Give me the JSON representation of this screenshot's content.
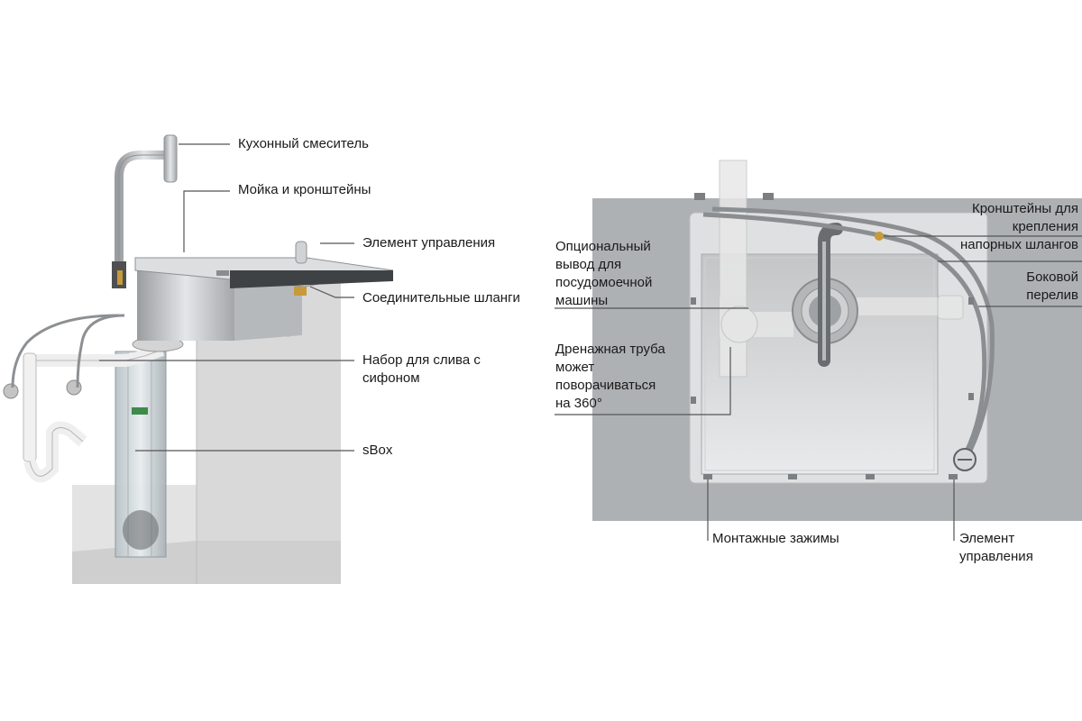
{
  "left_labels": {
    "faucet": "Кухонный смеситель",
    "sink": "Мойка и кронштейны",
    "control": "Элемент управления",
    "hoses": "Соединительные шланги",
    "drain_kit_1": "Набор для слива с",
    "drain_kit_2": "сифоном",
    "sbox": "sBox"
  },
  "right_labels": {
    "dishwasher_1": "Опциональный",
    "dishwasher_2": "вывод для",
    "dishwasher_3": "посудомоечной",
    "dishwasher_4": "машины",
    "pipe_1": "Дренажная труба",
    "pipe_2": "может",
    "pipe_3": "поворачиваться",
    "pipe_4": "на 360°",
    "brackets_1": "Кронштейны для",
    "brackets_2": "крепления",
    "brackets_3": "напорных шлангов",
    "overflow_1": "Боковой",
    "overflow_2": "перелив",
    "clamps": "Монтажные зажимы",
    "control_1": "Элемент",
    "control_2": "управления"
  },
  "colors": {
    "panel": "#aeb1b4",
    "cabinet": "#d6d6d6",
    "steel": "#c9cbcd",
    "leader": "#555555"
  }
}
